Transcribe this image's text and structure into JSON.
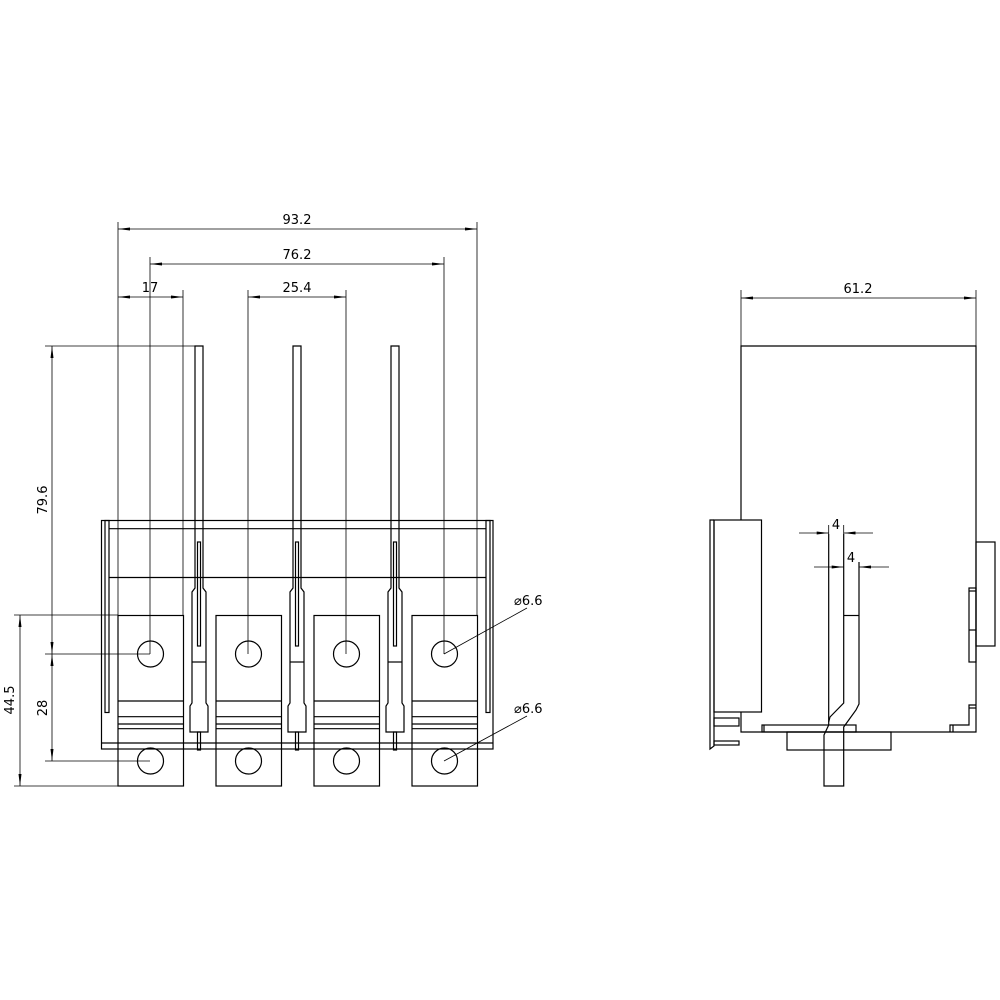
{
  "front_view": {
    "dimensions": {
      "overall_width": "93.2",
      "outer_pole_spacing": "76.2",
      "terminal_width": "17",
      "pole_pitch": "25.4",
      "height": "79.6",
      "hole_spacing": "28",
      "terminal_height": "44.5",
      "hole_upper": "⌀6.6",
      "hole_lower": "⌀6.6"
    },
    "terminal_count": 4
  },
  "side_view": {
    "dimensions": {
      "depth": "61.2",
      "bar_thickness_1": "4",
      "bar_thickness_2": "4"
    }
  }
}
